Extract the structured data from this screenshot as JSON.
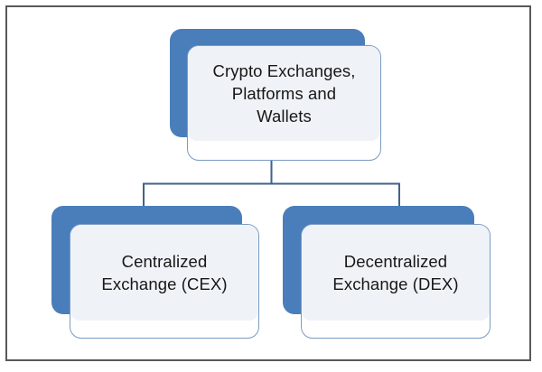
{
  "diagram": {
    "type": "org-chart",
    "orientation": "top-down",
    "frame": {
      "border_color": "#595959",
      "background": "#ffffff"
    },
    "style": {
      "accent_color": "#4A7EBB",
      "card_background": "#ffffff",
      "card_border_color": "#7A9BC4",
      "panel_background": "#EFF3F8",
      "text_color": "#171717",
      "connector_color": "#41628E"
    },
    "nodes": [
      {
        "id": "root",
        "label": "Crypto Exchanges,\nPlatforms and\nWallets",
        "level": 0
      },
      {
        "id": "cex",
        "label": "Centralized\nExchange (CEX)",
        "level": 1
      },
      {
        "id": "dex",
        "label": "Decentralized\nExchange (DEX)",
        "level": 1
      }
    ],
    "edges": [
      {
        "from": "root",
        "to": "cex"
      },
      {
        "from": "root",
        "to": "dex"
      }
    ]
  }
}
